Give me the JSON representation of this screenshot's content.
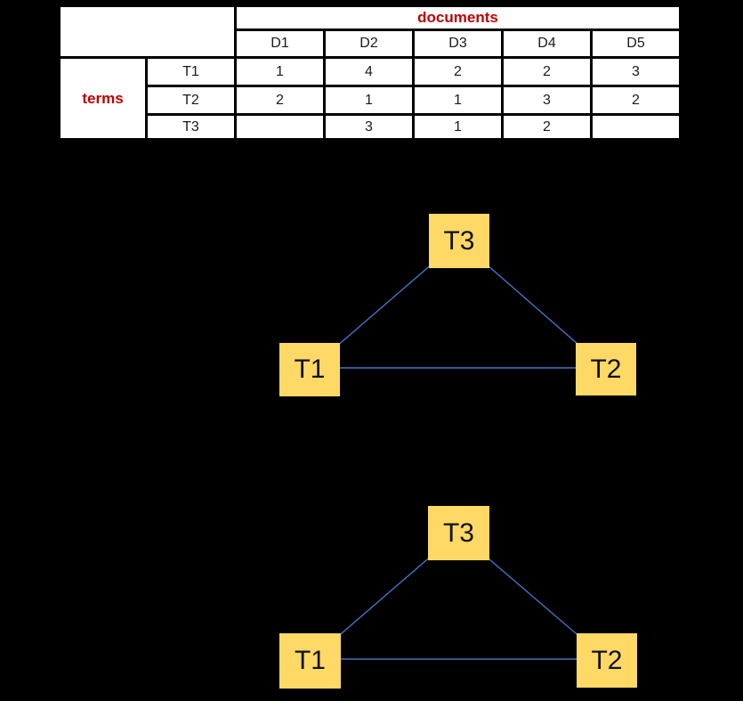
{
  "colors": {
    "page_bg": "#000000",
    "table_bg": "#ffffff",
    "table_border": "#000000",
    "accent_red": "#c00000",
    "text_black": "#1a1a1a",
    "node_fill": "#ffd966",
    "edge_blue": "#4472c4"
  },
  "table": {
    "col_group_header": "documents",
    "row_group_header": "terms",
    "doc_headers": [
      "D1",
      "D2",
      "D3",
      "D4",
      "D5"
    ],
    "term_headers": [
      "T1",
      "T2",
      "T3"
    ],
    "matrix": [
      [
        "1",
        "4",
        "2",
        "2",
        "3"
      ],
      [
        "2",
        "1",
        "1",
        "3",
        "2"
      ],
      [
        "",
        "3",
        "1",
        "2",
        ""
      ]
    ]
  },
  "graphs": [
    {
      "id": "term-graph-top",
      "nodes": [
        {
          "id": "T1",
          "label": "T1"
        },
        {
          "id": "T2",
          "label": "T2"
        },
        {
          "id": "T3",
          "label": "T3"
        }
      ],
      "edges": [
        [
          "T1",
          "T3"
        ],
        [
          "T3",
          "T2"
        ],
        [
          "T1",
          "T2"
        ]
      ]
    },
    {
      "id": "term-graph-bottom",
      "nodes": [
        {
          "id": "T1",
          "label": "T1"
        },
        {
          "id": "T2",
          "label": "T2"
        },
        {
          "id": "T3",
          "label": "T3"
        }
      ],
      "edges": [
        [
          "T1",
          "T3"
        ],
        [
          "T3",
          "T2"
        ],
        [
          "T1",
          "T2"
        ]
      ]
    }
  ]
}
